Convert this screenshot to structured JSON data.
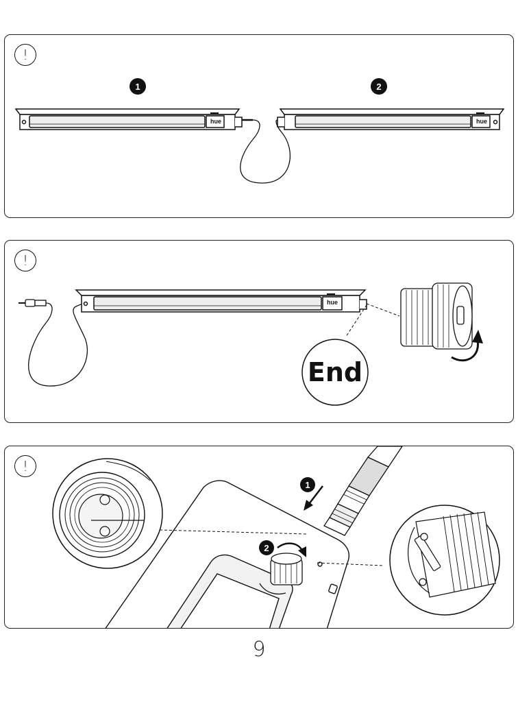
{
  "panels": [
    {
      "warning_symbol": "!",
      "icon": "attention-icon",
      "steps": [
        "1",
        "2"
      ],
      "fixture_brand": "hue"
    },
    {
      "warning_symbol": "!",
      "icon": "attention-icon",
      "fixture_brand": "hue",
      "end_label": "End"
    },
    {
      "warning_symbol": "!",
      "icon": "attention-icon",
      "steps": [
        "1",
        "2"
      ]
    }
  ],
  "page_number": "9"
}
